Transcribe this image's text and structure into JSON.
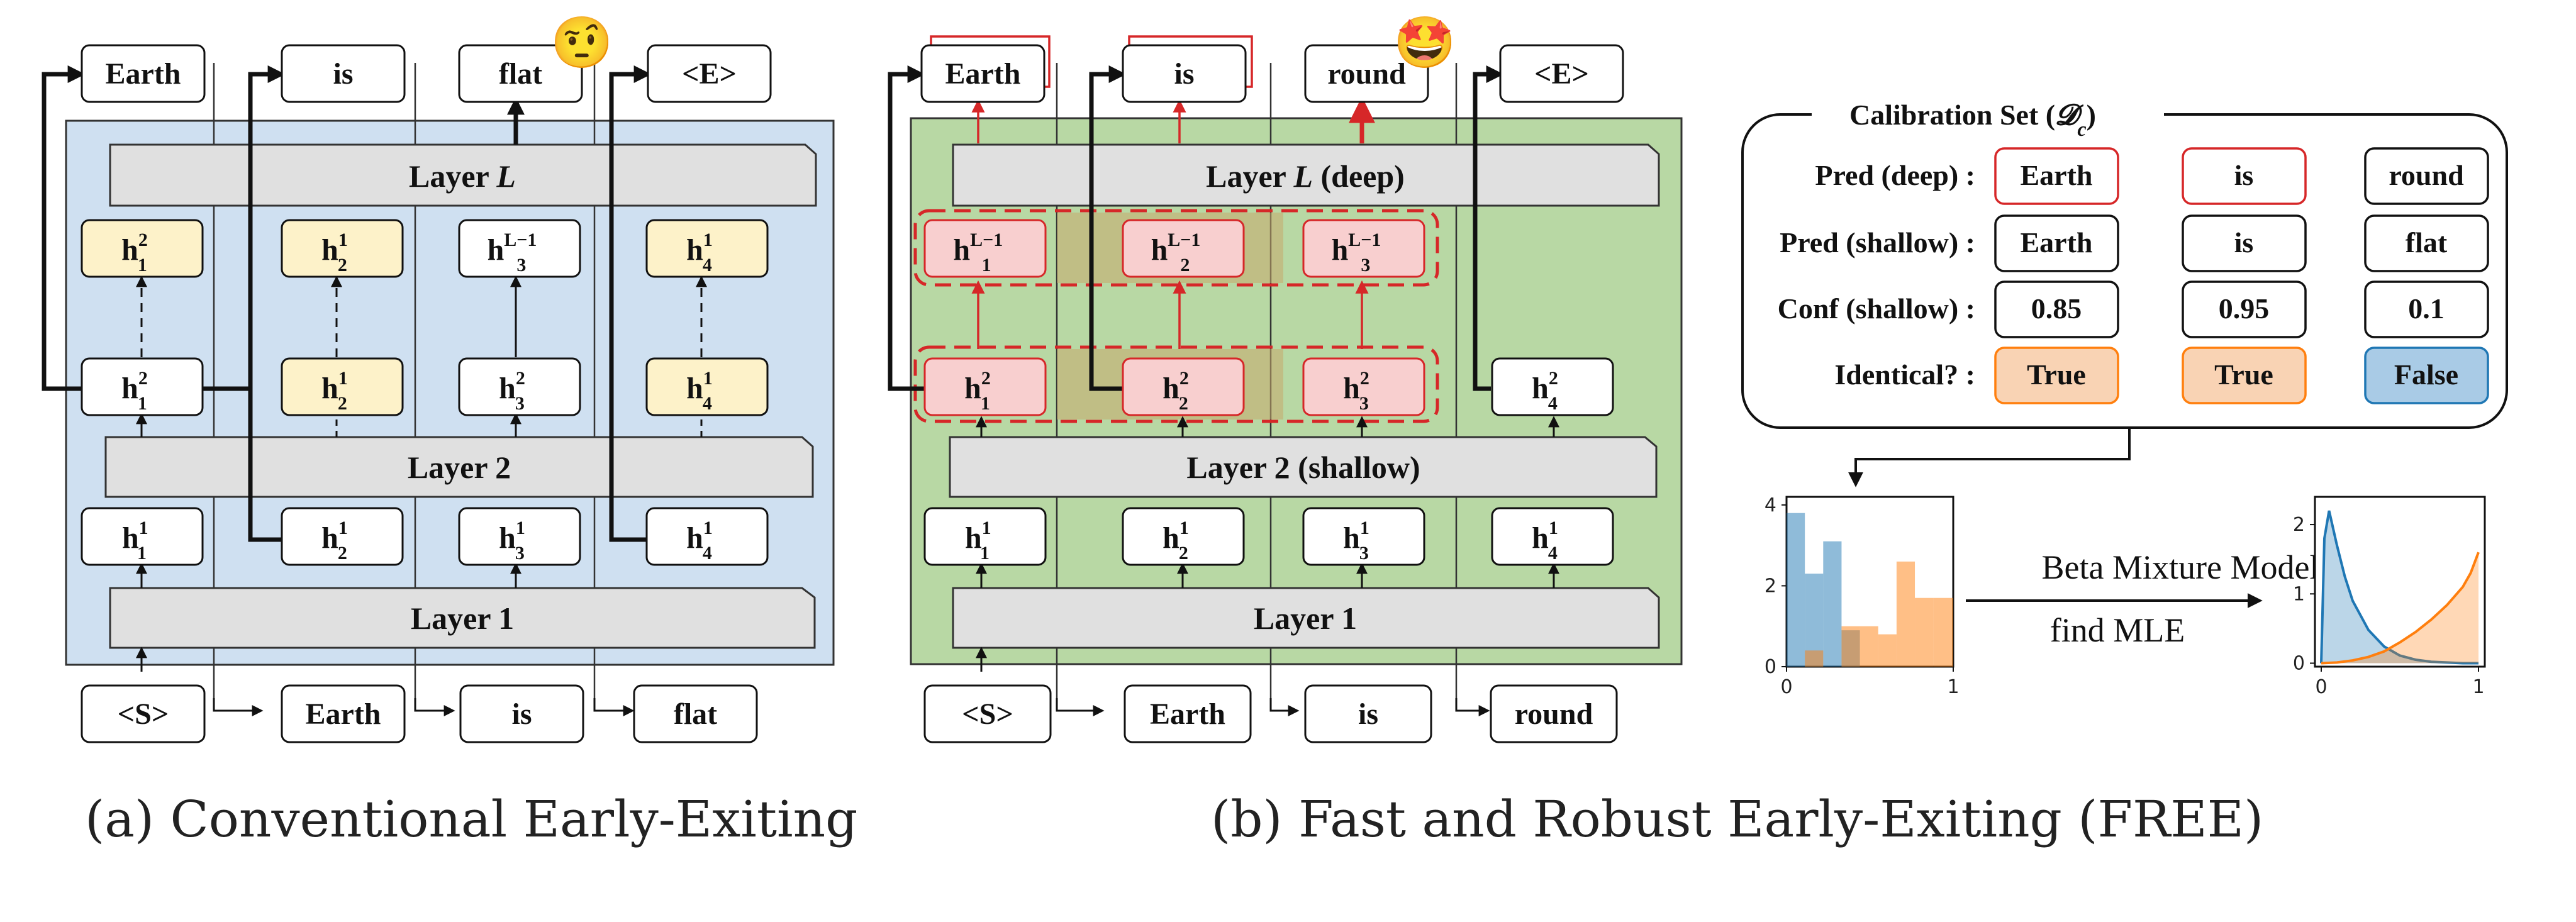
{
  "diagram": {
    "captions": {
      "a": "(a) Conventional Early-Exiting",
      "b": "(b) Fast and Robust Early-Exiting (FREE)"
    },
    "panel_a": {
      "outputs": [
        "Earth",
        "is",
        "flat",
        "<E>"
      ],
      "inputs": [
        "<S>",
        "Earth",
        "is",
        "flat"
      ],
      "layers": {
        "top_prefix": "Layer ",
        "top_var": "L",
        "mid": "Layer 2",
        "bottom": "Layer 1"
      },
      "h_row1": [
        [
          "1",
          "1"
        ],
        [
          "2",
          "1"
        ],
        [
          "3",
          "1"
        ],
        [
          "4",
          "1"
        ]
      ],
      "h_row2": [
        [
          "1",
          "2"
        ],
        [
          "2",
          "1"
        ],
        [
          "3",
          "2"
        ],
        [
          "4",
          "1"
        ]
      ],
      "h_row3": [
        [
          "1",
          "2"
        ],
        [
          "2",
          "1"
        ],
        [
          "3",
          "L−1"
        ],
        [
          "4",
          "1"
        ]
      ],
      "emoji": "🤨"
    },
    "panel_b": {
      "outputs": [
        "Earth",
        "is",
        "round",
        "<E>"
      ],
      "inputs": [
        "<S>",
        "Earth",
        "is",
        "round"
      ],
      "layers": {
        "top_prefix": "Layer ",
        "top_var": "L",
        "top_suffix": " (deep)",
        "mid": "Layer 2 (shallow)",
        "bottom": "Layer 1"
      },
      "h_row1": [
        [
          "1",
          "1"
        ],
        [
          "2",
          "1"
        ],
        [
          "3",
          "1"
        ],
        [
          "4",
          "1"
        ]
      ],
      "h_row2": [
        [
          "1",
          "2"
        ],
        [
          "2",
          "2"
        ],
        [
          "3",
          "2"
        ],
        [
          "4",
          "2"
        ]
      ],
      "h_row3": [
        [
          "1",
          "L−1"
        ],
        [
          "2",
          "L−1"
        ],
        [
          "3",
          "L−1"
        ]
      ],
      "emoji": "🤩"
    },
    "calibration": {
      "title_prefix": "Calibration Set (",
      "title_var": "𝓓",
      "title_sub": "c",
      "title_suffix": ")",
      "row_labels": [
        "Pred (deep) :",
        "Pred (shallow) :",
        "Conf (shallow) :",
        "Identical? :"
      ],
      "pred_deep": [
        "Earth",
        "is",
        "round"
      ],
      "pred_shallow": [
        "Earth",
        "is",
        "flat"
      ],
      "conf_shallow": [
        "0.85",
        "0.95",
        "0.1"
      ],
      "identical": [
        "True",
        "True",
        "False"
      ]
    },
    "bmm": {
      "line1": "Beta Mixture Model",
      "line2": "find MLE"
    },
    "colors": {
      "panel_a_bg": "#cfe0f1",
      "panel_b_bg": "#b8d8a4",
      "layer_fill": "#e0e0e0",
      "yellow_box": "#fdf2c9",
      "pink_box": "#f8cfcf",
      "red": "#d62728",
      "true_fill": "#f9d3b4",
      "false_fill": "#a9cbe6",
      "blue": "#1f77b4",
      "orange": "#ff7f0e"
    }
  },
  "chart_data": [
    {
      "type": "bar",
      "chart": "histogram",
      "series": [
        {
          "values": [
            3.8,
            2.3,
            3.1,
            0.9,
            0.0,
            0.0,
            0.0,
            0.0,
            0.0
          ]
        },
        {
          "values": [
            0.0,
            0.4,
            0.0,
            1.0,
            1.0,
            0.8,
            2.6,
            1.7,
            1.7
          ]
        }
      ],
      "bins": [
        0.0,
        0.11,
        0.22,
        0.33,
        0.44,
        0.55,
        0.66,
        0.77,
        0.88,
        1.0
      ],
      "xticks": [
        "0",
        "1"
      ],
      "yticks": [
        "0",
        "2",
        "4"
      ],
      "ylim": [
        0,
        4.2
      ]
    },
    {
      "type": "area",
      "chart": "beta mixture densities",
      "series": [
        {
          "x": [
            0.0,
            0.02,
            0.05,
            0.1,
            0.15,
            0.2,
            0.3,
            0.4,
            0.5,
            0.6,
            0.7,
            0.8,
            0.9,
            1.0
          ],
          "values": [
            0.0,
            1.8,
            2.2,
            1.7,
            1.25,
            0.9,
            0.48,
            0.24,
            0.11,
            0.05,
            0.02,
            0.01,
            0.0,
            0.0
          ]
        },
        {
          "x": [
            0.0,
            0.1,
            0.2,
            0.3,
            0.4,
            0.5,
            0.6,
            0.7,
            0.8,
            0.9,
            0.95,
            1.0
          ],
          "values": [
            0.0,
            0.01,
            0.04,
            0.09,
            0.17,
            0.3,
            0.45,
            0.63,
            0.84,
            1.1,
            1.3,
            1.6
          ]
        }
      ],
      "xticks": [
        "0",
        "1"
      ],
      "yticks": [
        "0",
        "1",
        "2"
      ],
      "ylim": [
        -0.05,
        2.4
      ]
    }
  ]
}
